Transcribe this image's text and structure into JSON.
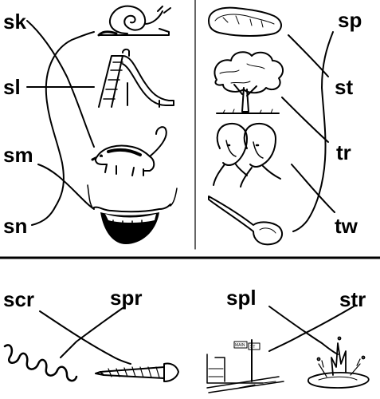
{
  "worksheet": {
    "top_left": {
      "blends": [
        "sk",
        "sl",
        "sm",
        "sn"
      ],
      "pictures": [
        {
          "icon": "snail-icon"
        },
        {
          "icon": "slide-icon"
        },
        {
          "icon": "skunk-icon"
        },
        {
          "icon": "smile-icon"
        }
      ]
    },
    "top_right": {
      "blends": [
        "sp",
        "st",
        "tr",
        "tw"
      ],
      "pictures": [
        {
          "icon": "steak-icon"
        },
        {
          "icon": "tree-icon"
        },
        {
          "icon": "twins-icon"
        },
        {
          "icon": "spoon-icon"
        }
      ]
    },
    "bottom_left": {
      "blends": [
        "scr",
        "spr"
      ],
      "pictures": [
        {
          "icon": "spring-icon"
        },
        {
          "icon": "screw-icon"
        }
      ]
    },
    "bottom_right": {
      "blends": [
        "spl",
        "str"
      ],
      "pictures": [
        {
          "icon": "street-icon",
          "sign_text": [
            "MAIN",
            "ST"
          ]
        },
        {
          "icon": "splash-icon"
        }
      ]
    }
  }
}
